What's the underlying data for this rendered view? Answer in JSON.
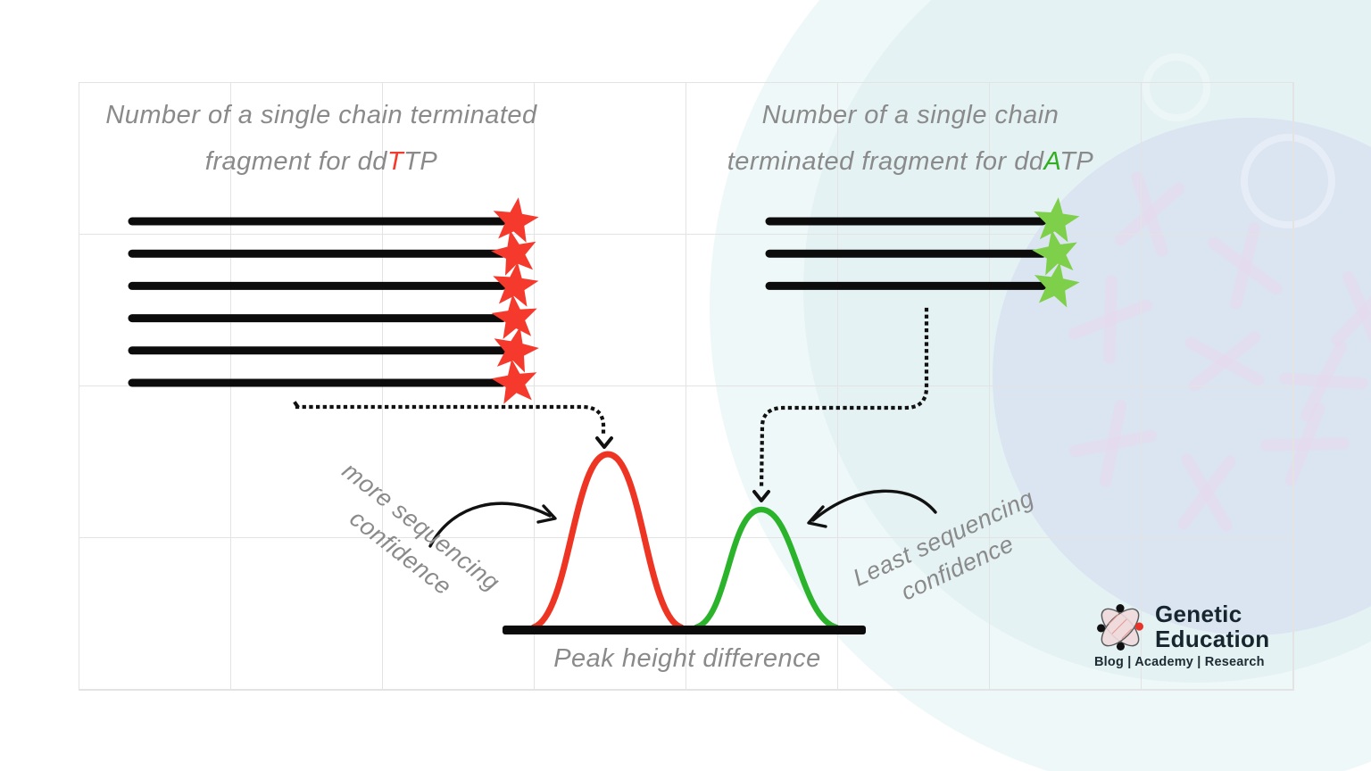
{
  "left_section": {
    "title_line1": "Number of a single chain terminated",
    "title_line2_before": "fragment for dd",
    "title_line2_highlight": "T",
    "title_line2_after": "TP",
    "highlight_color": "#f5392c",
    "fragment_count": 6,
    "star_color": "#f5392c",
    "label_line1": "more sequencing",
    "label_line2": "confidence"
  },
  "right_section": {
    "title_line1": "Number of a single chain",
    "title_line2_before": "terminated fragment for dd",
    "title_line2_highlight": "A",
    "title_line2_after": "TP",
    "highlight_color": "#33ad22",
    "fragment_count": 3,
    "star_color": "#7ed04b",
    "label_line1": "Least sequencing",
    "label_line2": "confidence"
  },
  "peaks": {
    "red_color": "#ee3524",
    "green_color": "#2cb32c",
    "caption": "Peak height difference"
  },
  "logo": {
    "line1": "Genetic",
    "line2": "Education",
    "tagline": "Blog | Academy | Research"
  },
  "colors": {
    "text_gray": "#8a8a8a",
    "grid_line": "#e3e3e3",
    "fragment_black": "#0c0c0c",
    "bg_teal": "#e4f2f3",
    "bg_teal_outer": "#eff8f8",
    "bg_blue": "#dbe4f1",
    "chromosome_pink": "#e7d9ec"
  }
}
